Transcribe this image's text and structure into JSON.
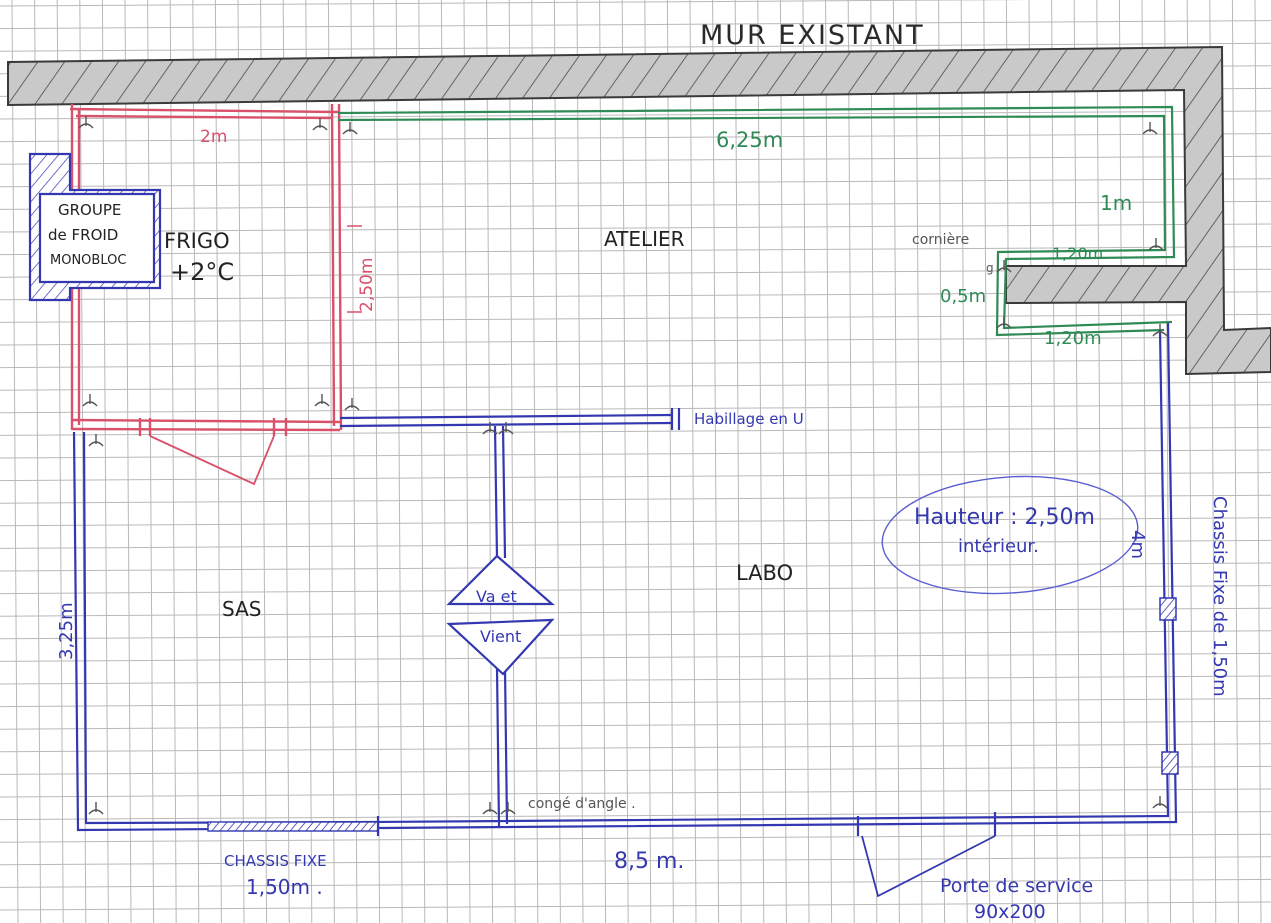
{
  "title": "MUR EXISTANT",
  "colors": {
    "paper": "#ffffff",
    "grid": "#b9b9b9",
    "wall_fill": "#c9c9c9",
    "wall_stroke": "#3a3a3a",
    "red": "#d9506a",
    "green": "#2f8a55",
    "blue": "#3438b0",
    "ink": "#222222"
  },
  "rooms": {
    "frigo_name": "FRIGO",
    "frigo_temp": "+2°C",
    "atelier": "ATELIER",
    "labo": "LABO",
    "sas": "SAS"
  },
  "groupe": {
    "line1": "GROUPE",
    "line2": "de FROID",
    "line3": "MONOBLOC"
  },
  "dimensions": {
    "frigo_width": "2m",
    "frigo_height": "2,50m",
    "atelier_length": "6,25m",
    "atelier_side": "1m",
    "upper_ledge": "1,20m",
    "lower_ledge": "1,20m",
    "ledge_depth": "0,5m",
    "labo_height": "4m",
    "sas_height": "3,25m",
    "bottom_length": "8,5 m."
  },
  "annotations": {
    "corniere": "cornière",
    "corniere_g": "g",
    "habillage": "Habillage en U",
    "hauteur_line1": "Hauteur : 2,50m",
    "hauteur_line2": "intérieur.",
    "va_et_vient_top": "Va et",
    "va_et_vient_bottom": "Vient",
    "conge": "congé d'angle .",
    "chassis_right": "Chassis Fixe de 1,50m",
    "chassis_bottom_line1": "CHASSIS FIXE",
    "chassis_bottom_line2": "1,50m .",
    "porte_line1": "Porte de service",
    "porte_line2": "90x200"
  }
}
